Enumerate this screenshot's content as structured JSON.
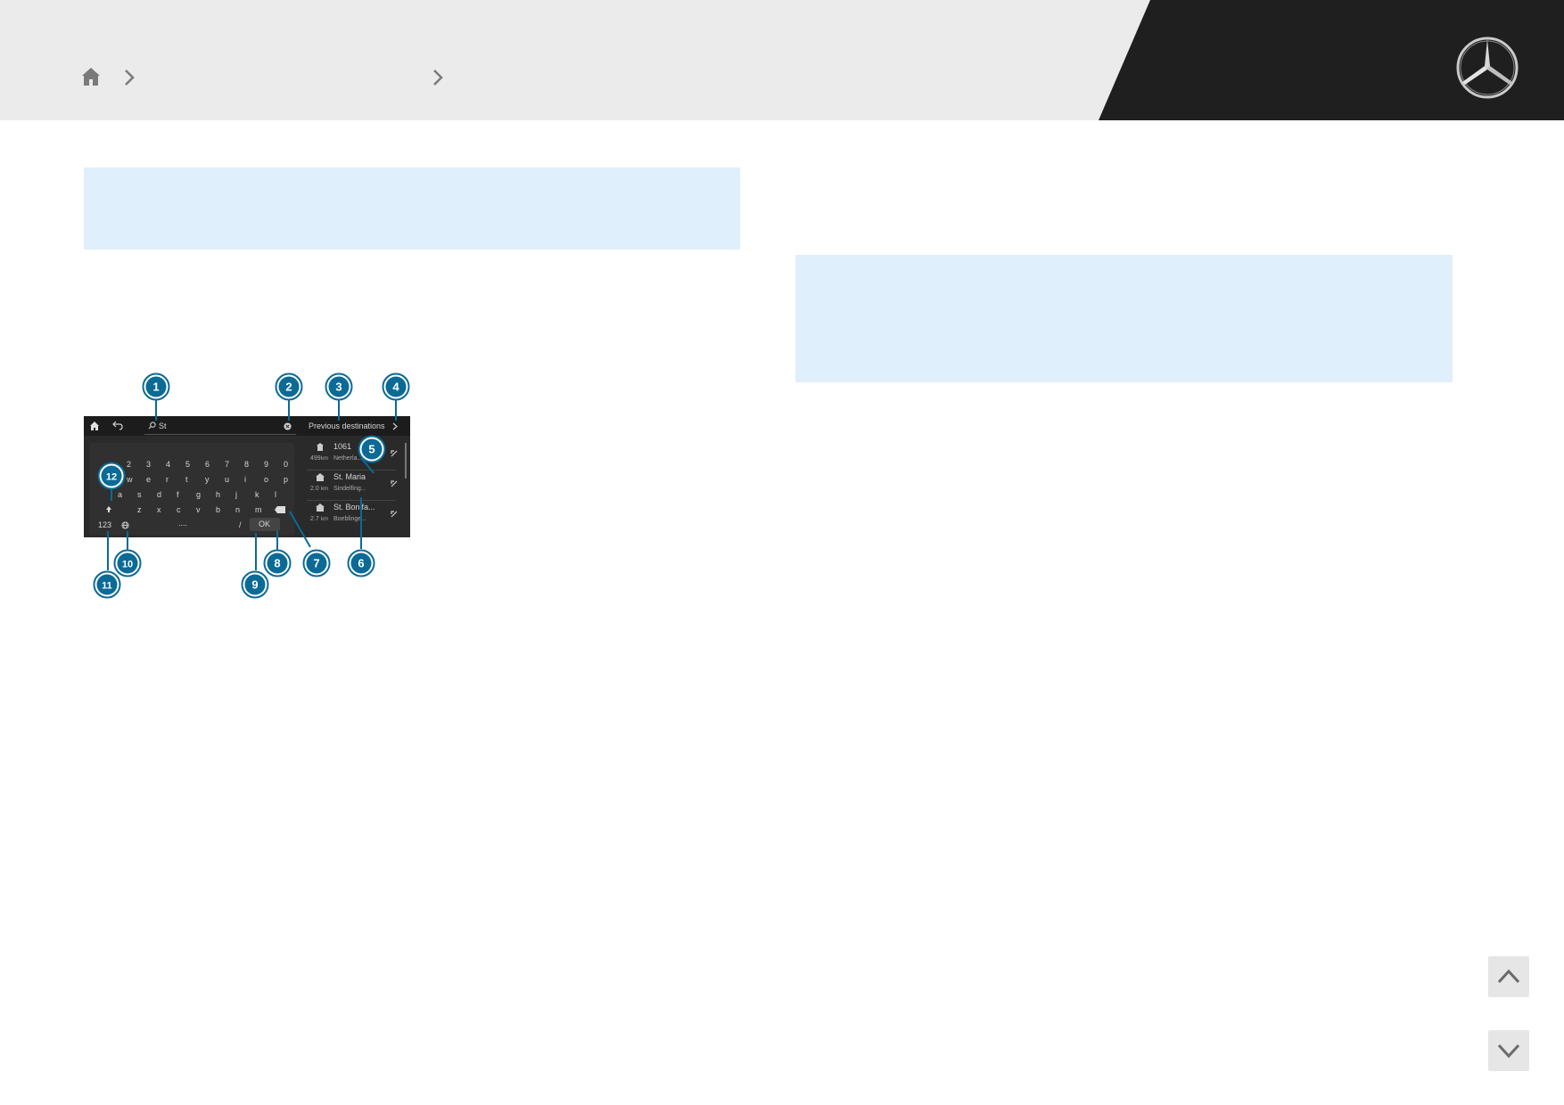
{
  "header": {
    "icons": [
      "home-icon",
      "chevron-right-icon",
      "chevron-right-icon",
      "mercedes-star-logo"
    ],
    "colors": {
      "bar": "#ebebeb",
      "dark_panel": "#1f1f1f"
    }
  },
  "figure": {
    "search_text": "St",
    "panel_title": "Previous destinations",
    "digits": [
      "2",
      "3",
      "4",
      "5",
      "6",
      "7",
      "8",
      "9",
      "0"
    ],
    "row2": [
      "w",
      "e",
      "r",
      "t",
      "y",
      "u",
      "i",
      "o",
      "p"
    ],
    "row3": [
      "a",
      "s",
      "d",
      "f",
      "g",
      "h",
      "j",
      "k",
      "l"
    ],
    "row4": [
      "z",
      "x",
      "c",
      "v",
      "b",
      "n",
      "m"
    ],
    "key_123": "123",
    "key_ok": "OK",
    "key_space": "....",
    "destinations": [
      {
        "name": "1061",
        "distance": "499",
        "unit": "km",
        "detail": "Netherla..."
      },
      {
        "name": "St. Maria",
        "distance": "2.0",
        "unit": "km",
        "detail": "Sindelfing..."
      },
      {
        "name": "St. Bonifa...",
        "distance": "2.7",
        "unit": "km",
        "detail": "Boeblinge..."
      }
    ],
    "callouts": [
      "1",
      "2",
      "3",
      "4",
      "5",
      "6",
      "7",
      "8",
      "9",
      "10",
      "11",
      "12"
    ],
    "callout_color": "#0b6a96"
  },
  "nav": {
    "up_icon": "chevron-up-icon",
    "down_icon": "chevron-down-icon"
  },
  "colors": {
    "info_box": "#dfeffb",
    "page": "#ffffff"
  }
}
